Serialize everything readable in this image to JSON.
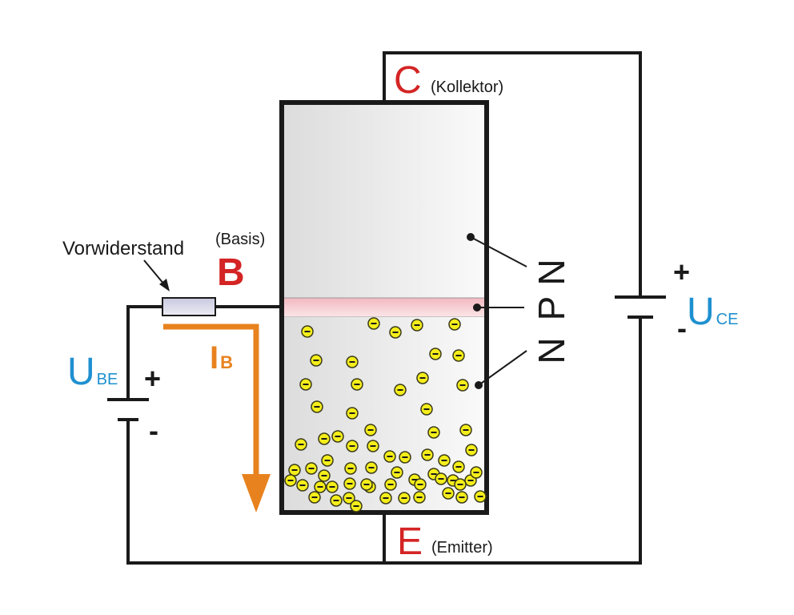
{
  "title": "NPN-Transistor Schaltung",
  "colors": {
    "wire": "#1a1a1a",
    "terminal_label": "#d42424",
    "voltage_label": "#1e90d0",
    "current_arrow": "#e8821e",
    "electron_fill": "#f5ee1a",
    "base_layer": "#f6d0d4",
    "resistor_fill": "#d8d8ea"
  },
  "collector": {
    "letter": "C",
    "name": "(Kollektor)"
  },
  "emitter": {
    "letter": "E",
    "name": "(Emitter)"
  },
  "base": {
    "letter": "B",
    "name": "(Basis)"
  },
  "resistor": {
    "label": "Vorwiderstand"
  },
  "current": {
    "symbol": "I",
    "subscript": "B"
  },
  "voltage_be": {
    "symbol": "U",
    "subscript": "BE",
    "plus": "+",
    "minus": "-"
  },
  "voltage_ce": {
    "symbol": "U",
    "subscript": "CE",
    "plus": "+",
    "minus": "-"
  },
  "layers": [
    "N",
    "P",
    "N"
  ],
  "electron": {
    "sign": "−",
    "count": 64
  }
}
